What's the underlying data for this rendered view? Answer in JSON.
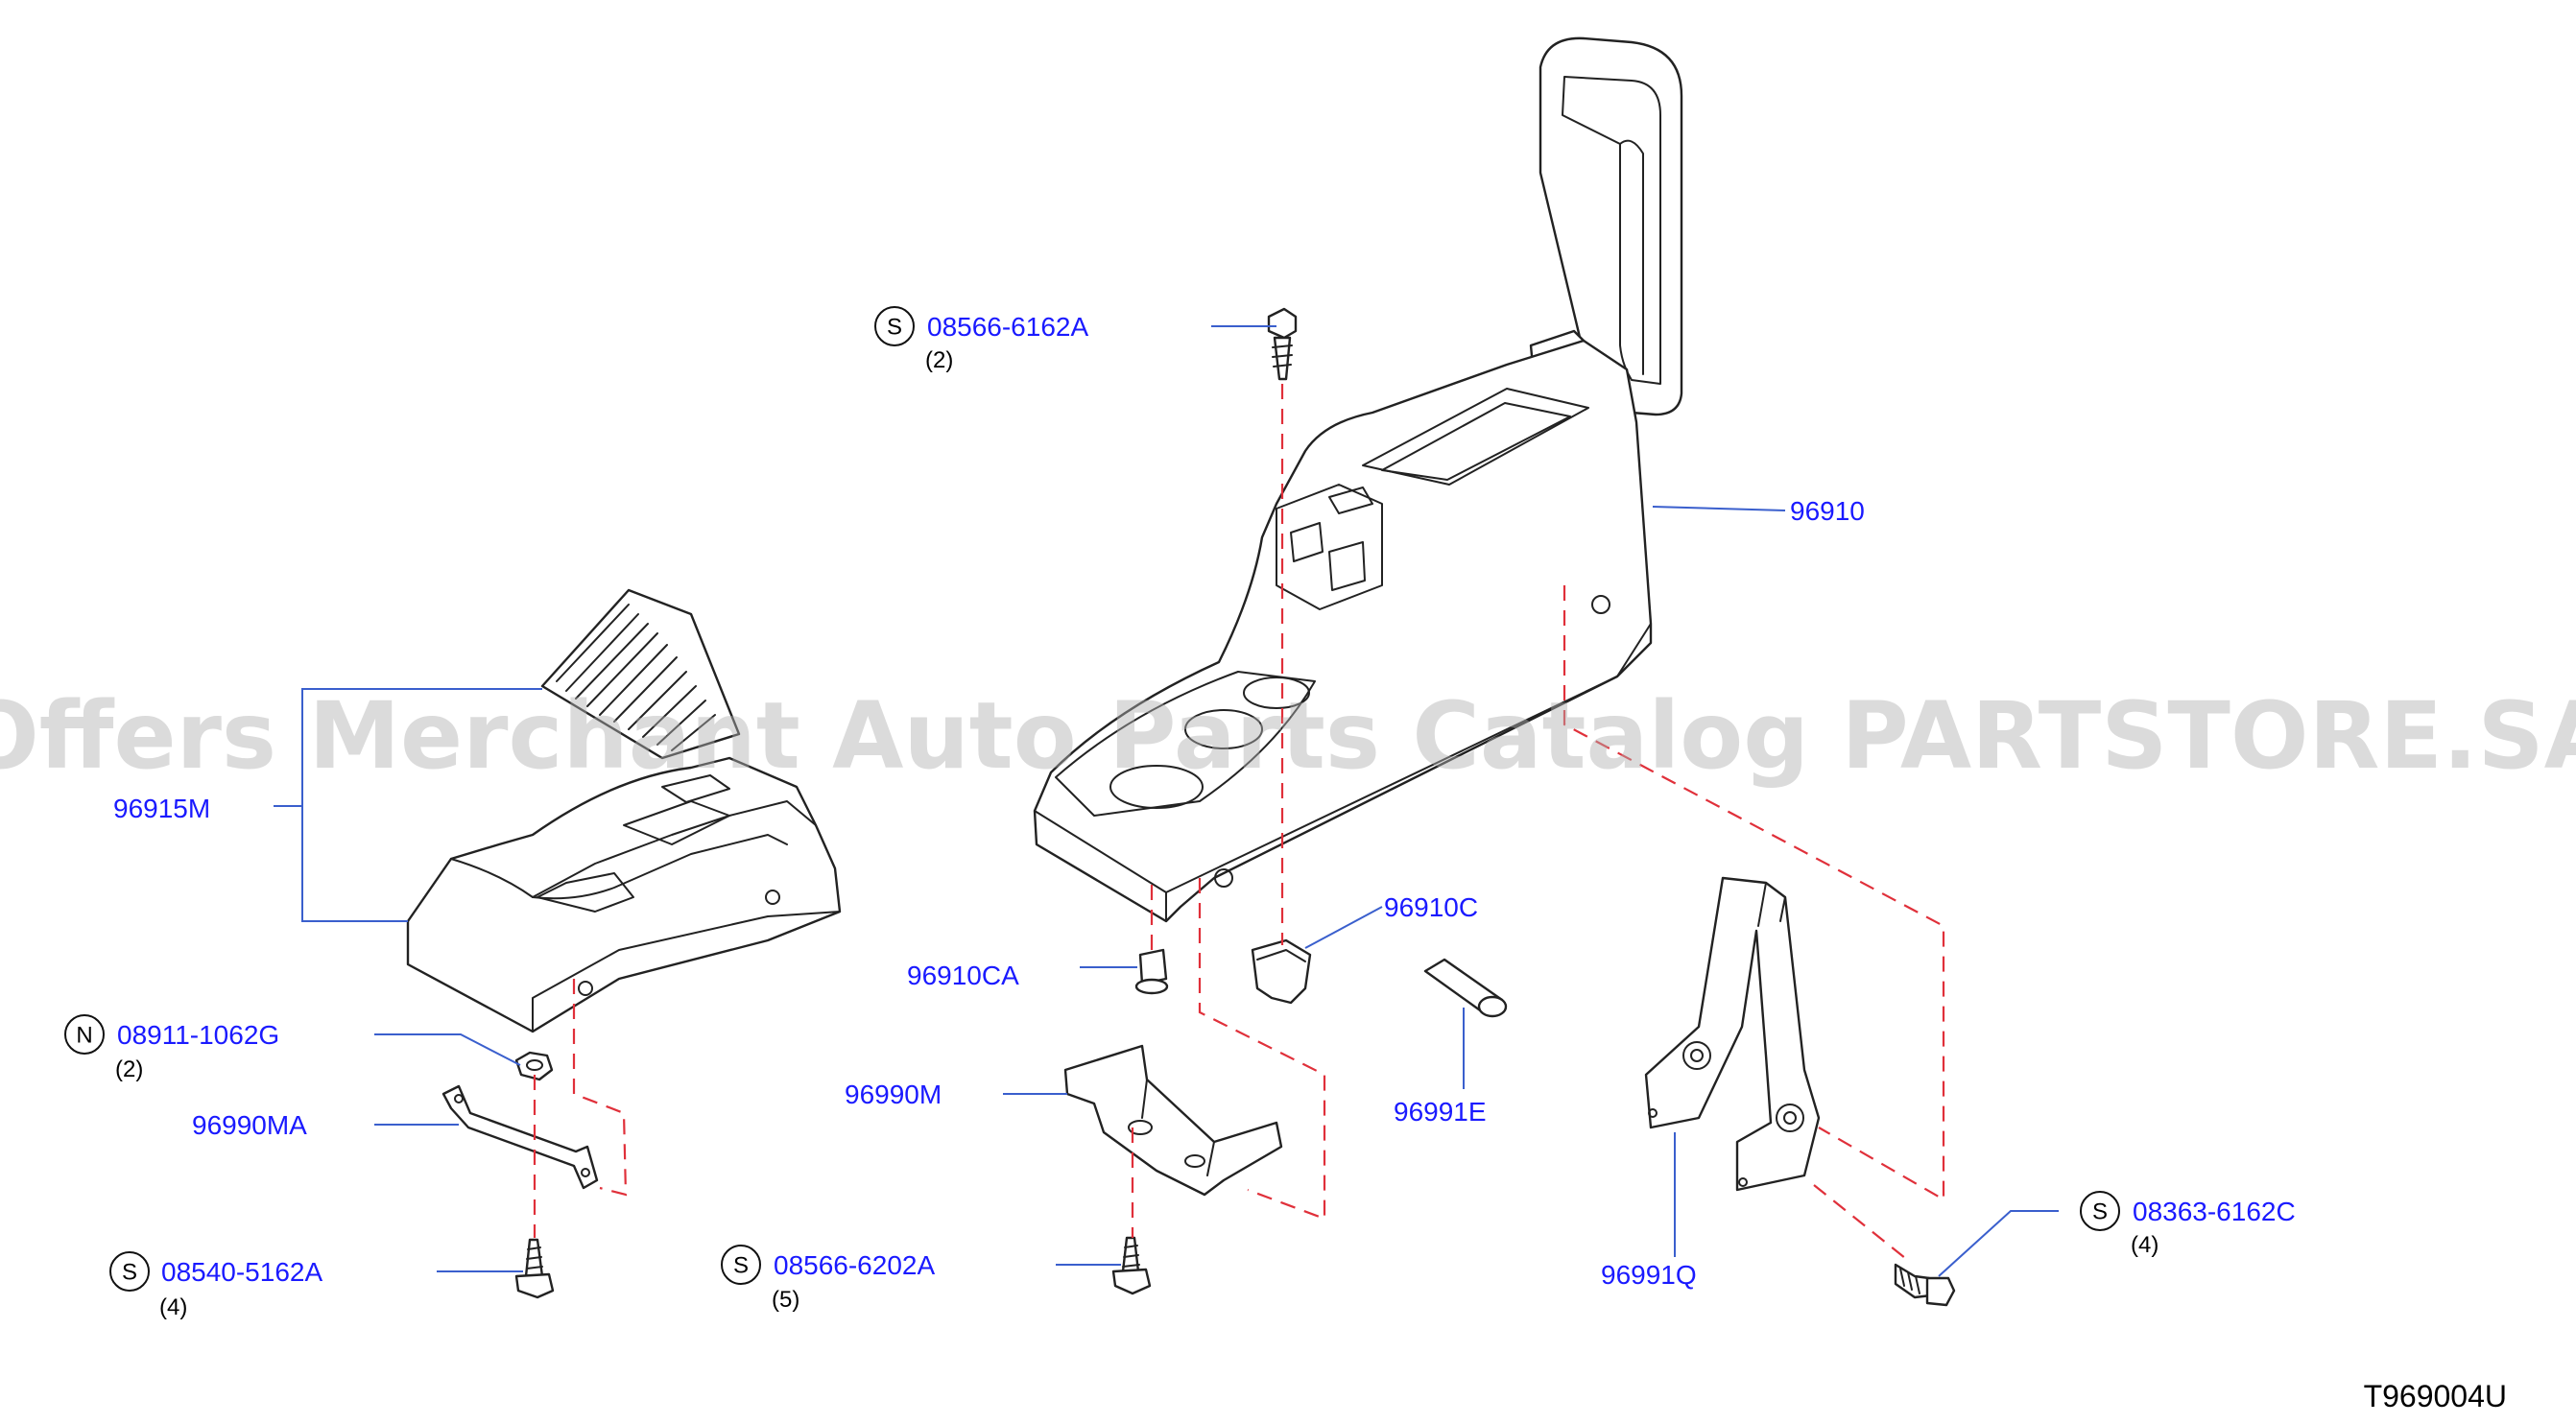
{
  "watermark": "Offers Merchant Auto Parts Catalog PARTSTORE.SA",
  "diagram_code": "T969004U",
  "colors": {
    "label": "#1a1aff",
    "leader": "#3a5fcd",
    "dash": "#e0303a",
    "line": "#222222"
  },
  "parts": {
    "p96910": "96910",
    "p96915M": "96915M",
    "p96910C": "96910C",
    "p96910CA": "96910CA",
    "p96990M": "96990M",
    "p96990MA": "96990MA",
    "p96991E": "96991E",
    "p96991Q": "96991Q"
  },
  "fasteners": {
    "f1": {
      "prefix": "S",
      "number": "08566-6162A",
      "qty": "(2)"
    },
    "f2": {
      "prefix": "N",
      "number": "08911-1062G",
      "qty": "(2)"
    },
    "f3": {
      "prefix": "S",
      "number": "08540-5162A",
      "qty": "(4)"
    },
    "f4": {
      "prefix": "S",
      "number": "08566-6202A",
      "qty": "(5)"
    },
    "f5": {
      "prefix": "S",
      "number": "08363-6162C",
      "qty": "(4)"
    }
  }
}
